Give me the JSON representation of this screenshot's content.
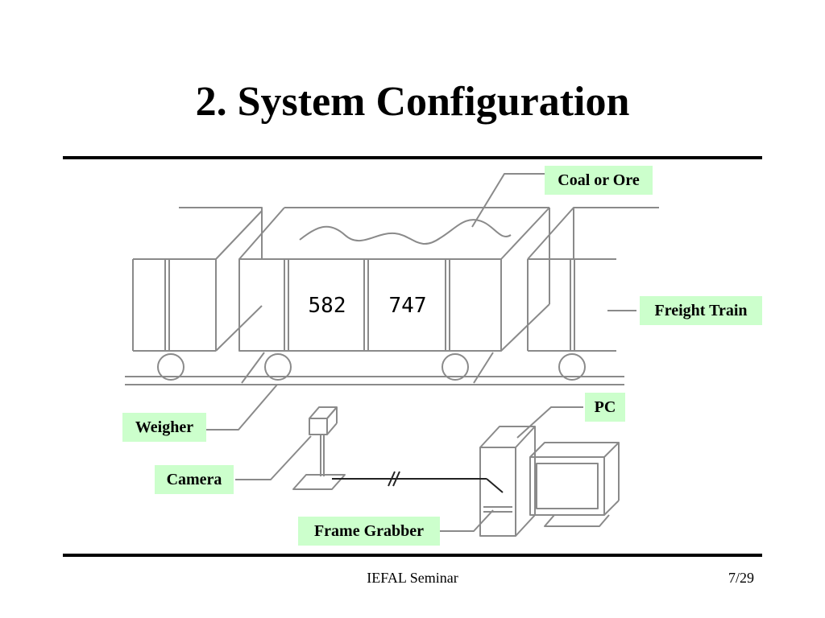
{
  "slide": {
    "title": "2. System Configuration"
  },
  "diagram": {
    "car_numbers": [
      "582",
      "747"
    ],
    "labels": {
      "coal_or_ore": "Coal or Ore",
      "freight_train": "Freight Train",
      "pc": "PC",
      "weigher": "Weigher",
      "camera": "Camera",
      "frame_grabber": "Frame Grabber"
    },
    "colors": {
      "callout_bg": "#ccffcc",
      "line": "#888888",
      "rule": "#000000"
    }
  },
  "footer": {
    "center_text": "IEFAL Seminar",
    "page_number": "7/29"
  }
}
